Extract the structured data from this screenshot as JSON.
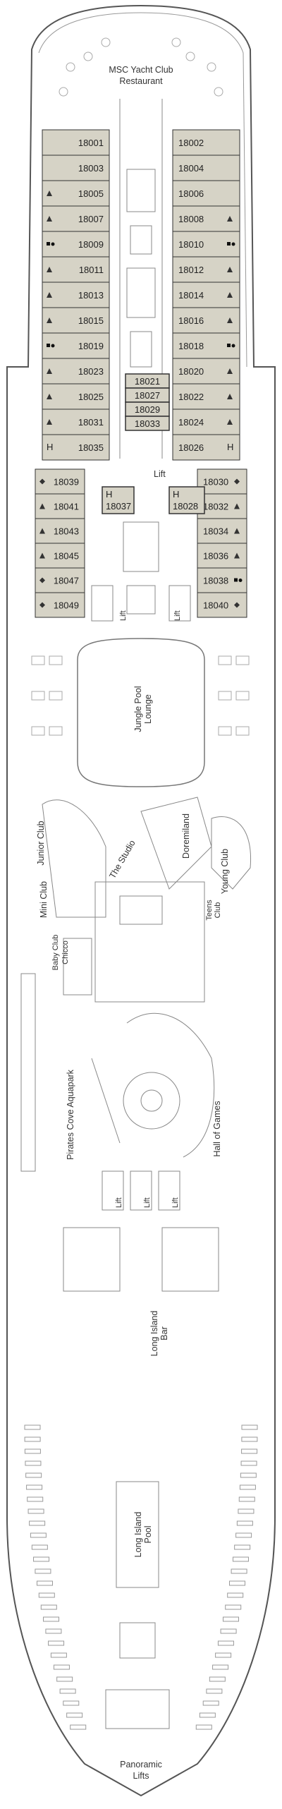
{
  "colors": {
    "cabin_fill": "#d6d3c6",
    "hull_stroke": "#555555",
    "line": "#777777",
    "background": "#ffffff"
  },
  "icons": {
    "accessible": "accessible-cabin-icon",
    "interconnect": "connecting-cabin-icon",
    "suite": "triangle-cabin-icon"
  },
  "venues": {
    "yacht_club_line1": "MSC Yacht Club",
    "yacht_club_line2": "Restaurant",
    "lift": "Lift",
    "jungle_pool_line1": "Jungle Pool",
    "jungle_pool_line2": "Lounge",
    "junior_club": "Junior Club",
    "the_studio": "The Studio",
    "doremiland": "Doremiland",
    "young_club": "Young Club",
    "teens_club_line1": "Teens",
    "teens_club_line2": "Club",
    "mini_club": "Mini Club",
    "baby_club_line1": "Baby Club",
    "baby_club_line2": "Chicco",
    "pirates_cove": "Pirates Cove Aquapark",
    "hall_of_games": "Hall of Games",
    "long_island_bar_line1": "Long Island",
    "long_island_bar_line2": "Bar",
    "long_island_pool_line1": "Long Island",
    "long_island_pool_line2": "Pool",
    "panoramic_lifts_line1": "Panoramic",
    "panoramic_lifts_line2": "Lifts",
    "h": "H"
  },
  "cabins_left_outer": [
    {
      "num": "18001",
      "icon": ""
    },
    {
      "num": "18003",
      "icon": ""
    },
    {
      "num": "18005",
      "icon": "triangle"
    },
    {
      "num": "18007",
      "icon": "triangle"
    },
    {
      "num": "18009",
      "icon": "interconnect"
    },
    {
      "num": "18011",
      "icon": "triangle"
    },
    {
      "num": "18013",
      "icon": "triangle"
    },
    {
      "num": "18015",
      "icon": "triangle"
    },
    {
      "num": "18019",
      "icon": "interconnect"
    },
    {
      "num": "18023",
      "icon": "triangle"
    },
    {
      "num": "18025",
      "icon": "triangle"
    },
    {
      "num": "18031",
      "icon": "triangle"
    },
    {
      "num": "18035",
      "icon": "h"
    }
  ],
  "cabins_right_outer": [
    {
      "num": "18002",
      "icon": ""
    },
    {
      "num": "18004",
      "icon": ""
    },
    {
      "num": "18006",
      "icon": ""
    },
    {
      "num": "18008",
      "icon": "triangle"
    },
    {
      "num": "18010",
      "icon": "interconnect"
    },
    {
      "num": "18012",
      "icon": "triangle"
    },
    {
      "num": "18014",
      "icon": "triangle"
    },
    {
      "num": "18016",
      "icon": "triangle"
    },
    {
      "num": "18018",
      "icon": "interconnect"
    },
    {
      "num": "18020",
      "icon": "triangle"
    },
    {
      "num": "18022",
      "icon": "triangle"
    },
    {
      "num": "18024",
      "icon": "triangle"
    },
    {
      "num": "18026",
      "icon": "h"
    }
  ],
  "cabins_center": [
    "18021",
    "18027",
    "18029",
    "18033"
  ],
  "cabins_h_inner": [
    "18037",
    "18028"
  ],
  "cabins_left_aft": [
    {
      "num": "18039",
      "icon": "diamond"
    },
    {
      "num": "18041",
      "icon": "triangle"
    },
    {
      "num": "18043",
      "icon": "triangle"
    },
    {
      "num": "18045",
      "icon": "triangle"
    },
    {
      "num": "18047",
      "icon": "diamond"
    },
    {
      "num": "18049",
      "icon": "diamond"
    }
  ],
  "cabins_right_aft": [
    {
      "num": "18030",
      "icon": "diamond"
    },
    {
      "num": "18032",
      "icon": "triangle"
    },
    {
      "num": "18034",
      "icon": "triangle"
    },
    {
      "num": "18036",
      "icon": "triangle"
    },
    {
      "num": "18038",
      "icon": "interconnect"
    },
    {
      "num": "18040",
      "icon": "diamond"
    }
  ]
}
